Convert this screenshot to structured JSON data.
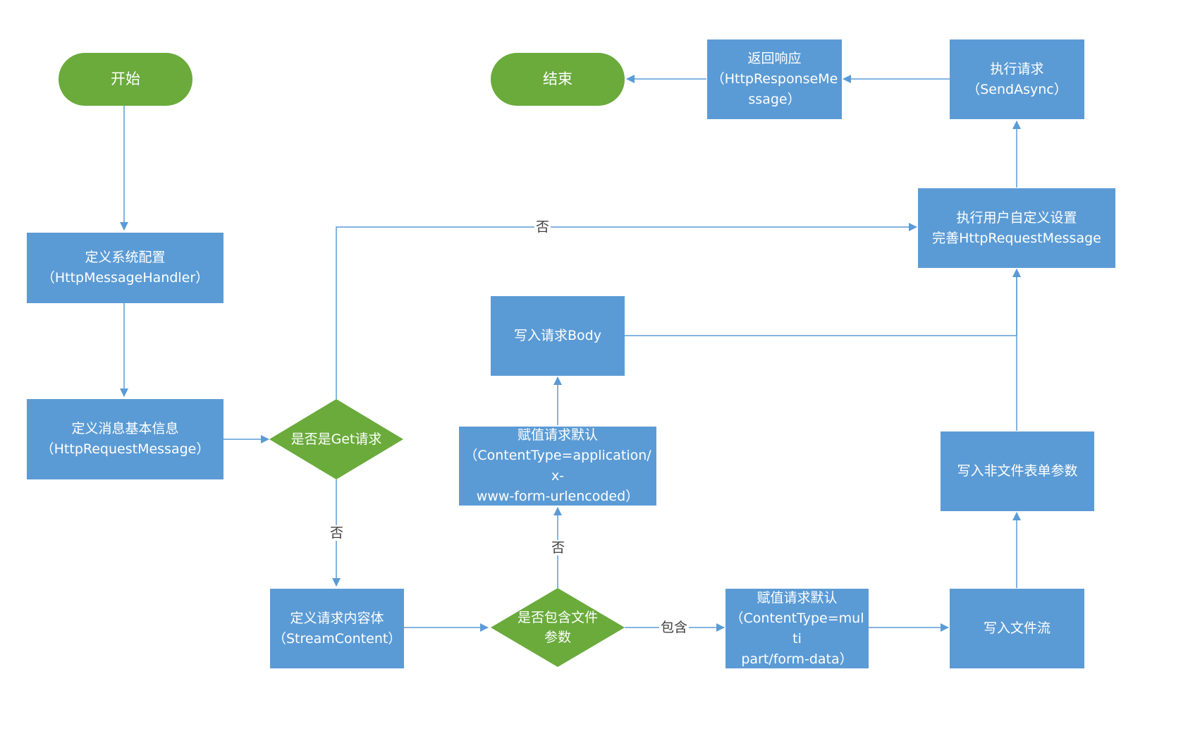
{
  "colors": {
    "process": "#5b9bd5",
    "decision": "#6aab3c",
    "terminal": "#6aab3c",
    "connector": "#5b9bd5",
    "text": "#ffffff"
  },
  "nodes": {
    "start": {
      "label": "开始"
    },
    "end": {
      "label": "结束"
    },
    "define_config": {
      "line1": "定义系统配置",
      "line2": "（HttpMessageHandler）"
    },
    "define_message": {
      "line1": "定义消息基本信息",
      "line2": "（HttpRequestMessage）"
    },
    "is_get": {
      "label": "是否是Get请求"
    },
    "define_content": {
      "line1": "定义请求内容体",
      "line2": "（StreamContent）"
    },
    "has_file": {
      "line1": "是否包含文件",
      "line2": "参数"
    },
    "default_urlencoded": {
      "line1": "赋值请求默认",
      "line2": "（ContentType=application/x-",
      "line3": "www-form-urlencoded）"
    },
    "write_body": {
      "label": "写入请求Body"
    },
    "default_multipart": {
      "line1": "赋值请求默认",
      "line2": "（ContentType=multi",
      "line3": "part/form-data）"
    },
    "write_stream": {
      "label": "写入文件流"
    },
    "write_form": {
      "label": "写入非文件表单参数"
    },
    "user_settings": {
      "line1": "执行用户自定义设置",
      "line2": "完善HttpRequestMessage"
    },
    "send": {
      "line1": "执行请求",
      "line2": "（SendAsync）"
    },
    "response": {
      "line1": "返回响应",
      "line2": "（HttpResponseMe",
      "line3": "ssage）"
    }
  },
  "edge_labels": {
    "get_to_settings": "否",
    "get_to_content": "否",
    "file_to_urlencoded": "否",
    "file_to_multipart": "包含"
  }
}
